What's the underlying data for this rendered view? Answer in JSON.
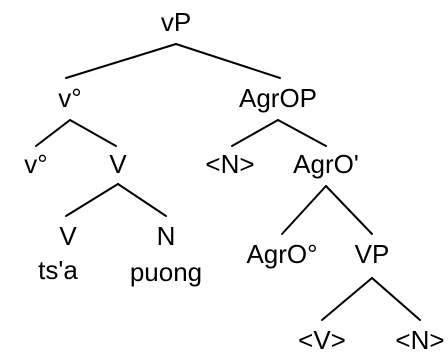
{
  "tree": {
    "nodes": [
      {
        "id": "vp_top",
        "label": "vP"
      },
      {
        "id": "v_deg_1",
        "label": "v°"
      },
      {
        "id": "agrop",
        "label": "AgrOP"
      },
      {
        "id": "v_deg_2",
        "label": "v°"
      },
      {
        "id": "v_upper",
        "label": "V"
      },
      {
        "id": "n_trace",
        "label": "<N>"
      },
      {
        "id": "agro_bar",
        "label": "AgrO'"
      },
      {
        "id": "v_lower",
        "label": "V"
      },
      {
        "id": "n_lower",
        "label": "N"
      },
      {
        "id": "word_tsa",
        "label": "ts'a"
      },
      {
        "id": "word_puong",
        "label": "puong"
      },
      {
        "id": "agro_deg",
        "label": "AgrO°"
      },
      {
        "id": "vp_lower",
        "label": "VP"
      },
      {
        "id": "v_trace",
        "label": "<V>"
      },
      {
        "id": "n_trace_2",
        "label": "<N>"
      }
    ],
    "edges": [
      [
        "vp_top",
        "v_deg_1"
      ],
      [
        "vp_top",
        "agrop"
      ],
      [
        "v_deg_1",
        "v_deg_2"
      ],
      [
        "v_deg_1",
        "v_upper"
      ],
      [
        "v_upper",
        "v_lower"
      ],
      [
        "v_upper",
        "n_lower"
      ],
      [
        "agrop",
        "n_trace"
      ],
      [
        "agrop",
        "agro_bar"
      ],
      [
        "agro_bar",
        "agro_deg"
      ],
      [
        "agro_bar",
        "vp_lower"
      ],
      [
        "vp_lower",
        "v_trace"
      ],
      [
        "vp_lower",
        "n_trace_2"
      ]
    ]
  }
}
